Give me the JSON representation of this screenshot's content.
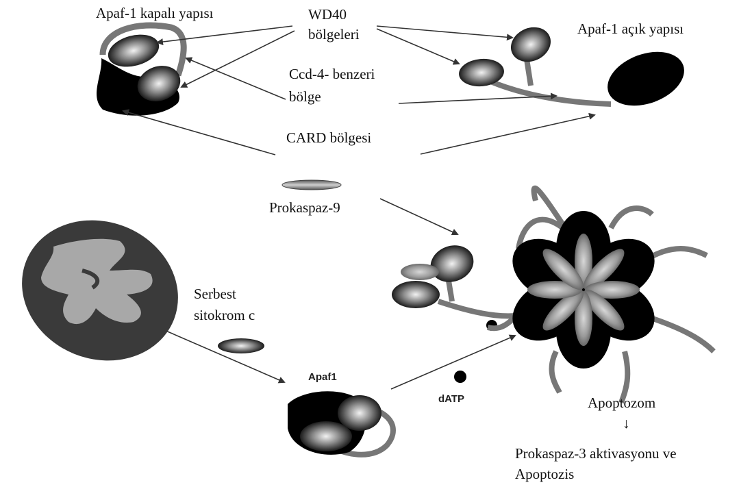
{
  "labels": {
    "closed_structure": "Apaf-1 kapalı yapısı",
    "wd40_line1": "WD40",
    "wd40_line2": "bölgeleri",
    "open_structure": "Apaf-1 açık yapısı",
    "ced4_line1": "Ccd-4- benzeri",
    "ced4_line2": "bölge",
    "card_region": "CARD bölgesi",
    "procaspase9": "Prokaspaz-9",
    "free_cyt_line1": "Serbest",
    "free_cyt_line2": "sitokrom c",
    "apaf1": "Apaf1",
    "datp": "dATP",
    "apoptosome": "Apoptozom",
    "arrow_down": "↓",
    "result_line1": "Prokaspaz-3 aktivasyonu ve",
    "result_line2": "Apoptozis"
  },
  "colors": {
    "background": "#ffffff",
    "domain_dark": "#000000",
    "domain_highlight": "#e8e8e8",
    "linker": "#7a7a7a",
    "arrow": "#333333",
    "mito_outer": "#3a3a3a",
    "mito_cristae": "#a8a8a8"
  }
}
